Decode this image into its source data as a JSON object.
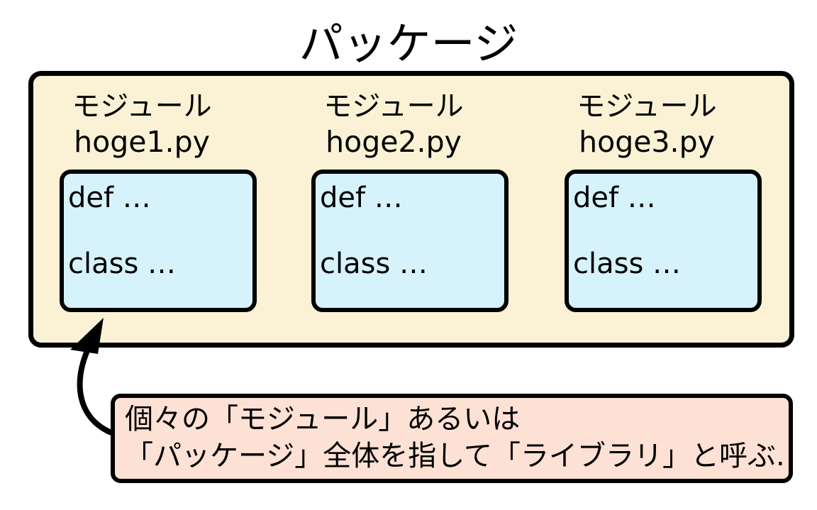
{
  "package": {
    "title": "パッケージ"
  },
  "modules": [
    {
      "label": "モジュール",
      "file": "hoge1.py",
      "code": [
        "def …",
        "class …"
      ]
    },
    {
      "label": "モジュール",
      "file": "hoge2.py",
      "code": [
        "def …",
        "class …"
      ]
    },
    {
      "label": "モジュール",
      "file": "hoge3.py",
      "code": [
        "def …",
        "class …"
      ]
    }
  ],
  "note": {
    "line1": "個々の「モジュール」あるいは",
    "line2": "「パッケージ」全体を指して「ライブラリ」と呼ぶ."
  },
  "colors": {
    "package_fill": "#fbf2d5",
    "module_fill": "#d6f3fc",
    "note_fill": "#fce1d4",
    "stroke": "#000000"
  }
}
